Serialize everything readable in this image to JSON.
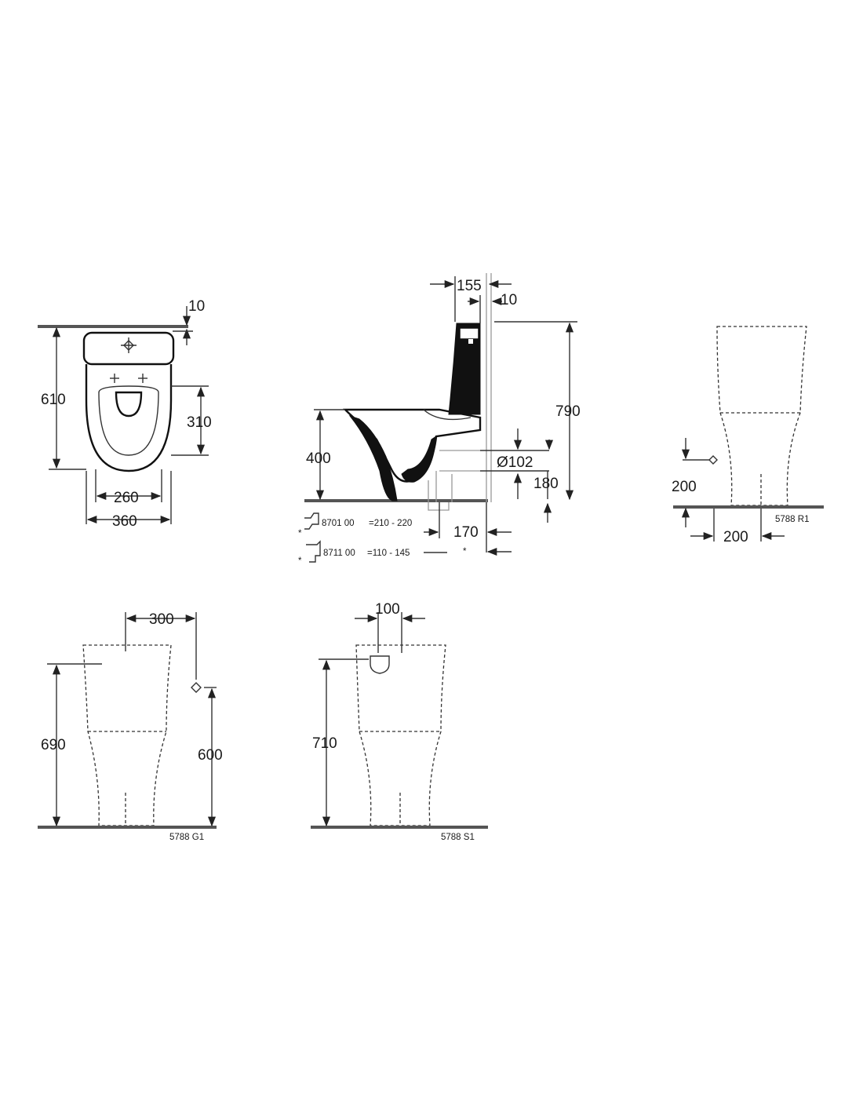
{
  "top_view": {
    "dims": {
      "offset_top": "10",
      "total_depth": "610",
      "seat_depth": "310",
      "hole_spacing": "260",
      "width": "360"
    }
  },
  "side_view": {
    "dims": {
      "tank_offset": "155",
      "wall_gap": "10",
      "total_height": "790",
      "seat_height": "400",
      "outlet_diameter": "Ø102",
      "outlet_height": "180",
      "outlet_wall": "170"
    },
    "connectors": [
      {
        "code": "8701 00",
        "range": "=210 - 220",
        "marker": "*"
      },
      {
        "code": "8711 00",
        "range": "=110 - 145",
        "marker": "*"
      }
    ],
    "footnote_marker": "*"
  },
  "variant_r1": {
    "model": "5788 R1",
    "dims": {
      "inlet_height": "200",
      "inlet_offset": "200"
    }
  },
  "variant_g1": {
    "model": "5788 G1",
    "dims": {
      "inlet_spacing": "300",
      "height": "690",
      "inlet_height": "600"
    }
  },
  "variant_s1": {
    "model": "5788 S1",
    "dims": {
      "inlet_width": "100",
      "height": "710"
    }
  }
}
